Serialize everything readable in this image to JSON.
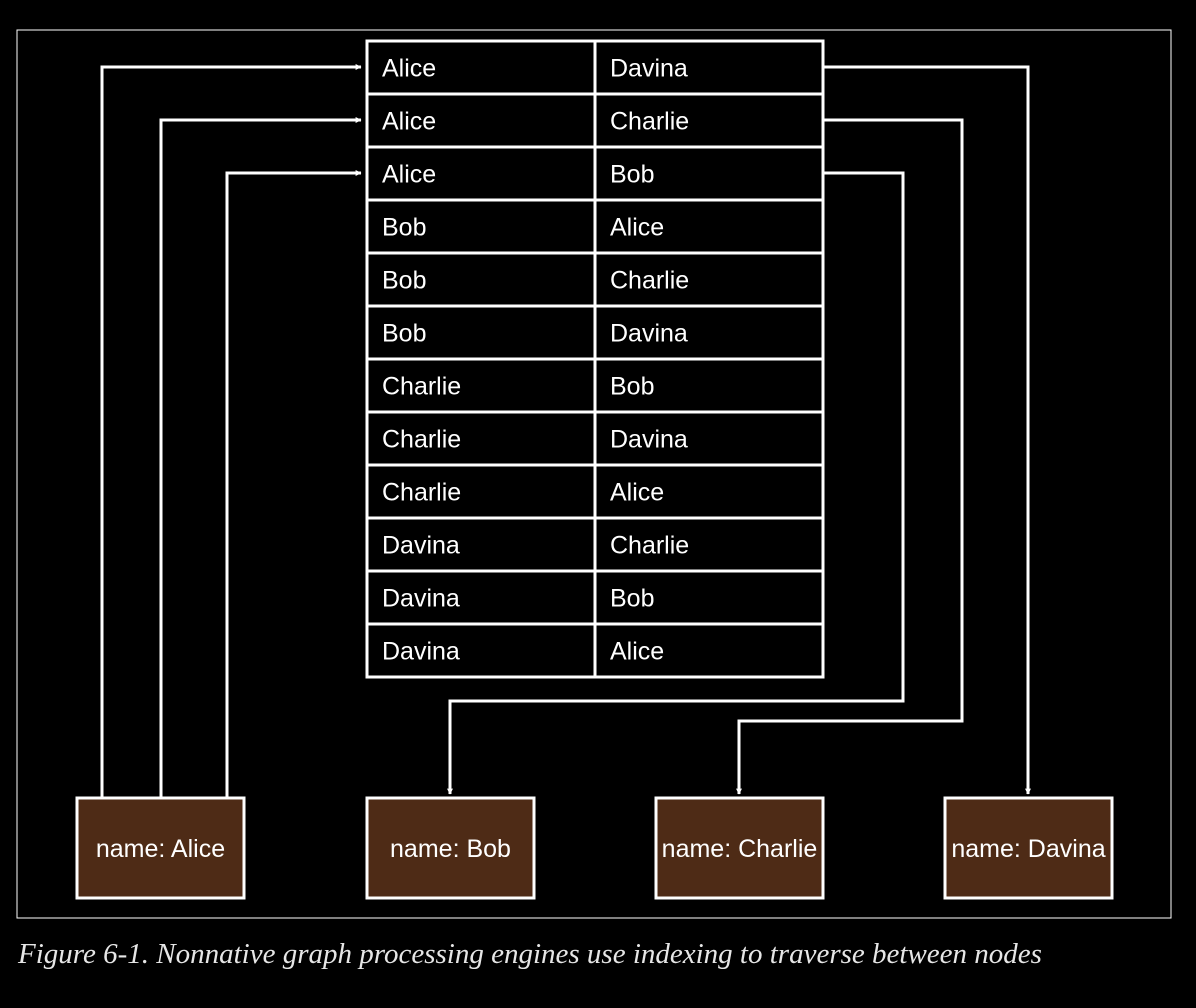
{
  "index_table": {
    "rows": [
      [
        "Alice",
        "Davina"
      ],
      [
        "Alice",
        "Charlie"
      ],
      [
        "Alice",
        "Bob"
      ],
      [
        "Bob",
        "Alice"
      ],
      [
        "Bob",
        "Charlie"
      ],
      [
        "Bob",
        "Davina"
      ],
      [
        "Charlie",
        "Bob"
      ],
      [
        "Charlie",
        "Davina"
      ],
      [
        "Charlie",
        "Alice"
      ],
      [
        "Davina",
        "Charlie"
      ],
      [
        "Davina",
        "Bob"
      ],
      [
        "Davina",
        "Alice"
      ]
    ]
  },
  "nodes": [
    {
      "label": "name: Alice"
    },
    {
      "label": "name: Bob"
    },
    {
      "label": "name: Charlie"
    },
    {
      "label": "name: Davina"
    }
  ],
  "colors": {
    "background": "#000000",
    "line": "#ffffff",
    "node_fill": "#4e2b16"
  },
  "caption": "Figure 6-1. Nonnative graph processing engines use indexing to traverse between nodes"
}
